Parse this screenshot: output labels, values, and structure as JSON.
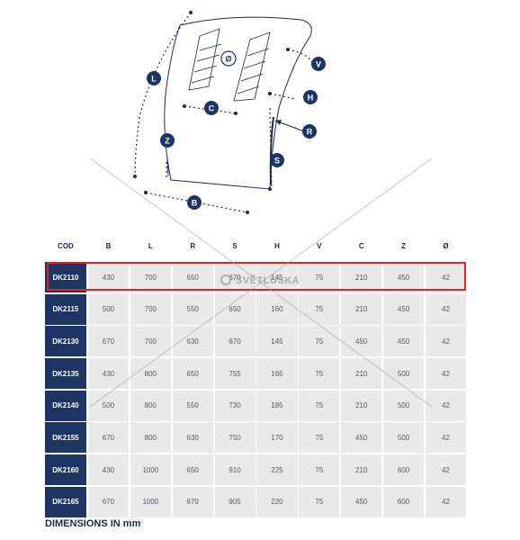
{
  "drawing_labels": {
    "l": "L",
    "o": "Ø",
    "v": "V",
    "c": "C",
    "h": "H",
    "r": "R",
    "z": "Z",
    "s": "S",
    "b": "B"
  },
  "table": {
    "headers": [
      "COD",
      "B",
      "L",
      "R",
      "S",
      "H",
      "V",
      "C",
      "Z",
      "Ø"
    ],
    "rows": [
      {
        "code": "DK2110",
        "values": [
          "430",
          "700",
          "650",
          "670",
          "145",
          "75",
          "210",
          "450",
          "42"
        ]
      },
      {
        "code": "DK2115",
        "values": [
          "500",
          "700",
          "550",
          "650",
          "160",
          "75",
          "210",
          "450",
          "42"
        ]
      },
      {
        "code": "DK2130",
        "values": [
          "670",
          "700",
          "630",
          "670",
          "145",
          "75",
          "450",
          "450",
          "42"
        ]
      },
      {
        "code": "DK2135",
        "values": [
          "430",
          "800",
          "650",
          "755",
          "165",
          "75",
          "210",
          "500",
          "42"
        ]
      },
      {
        "code": "DK2140",
        "values": [
          "500",
          "800",
          "550",
          "730",
          "185",
          "75",
          "210",
          "500",
          "42"
        ]
      },
      {
        "code": "DK2155",
        "values": [
          "670",
          "800",
          "630",
          "750",
          "170",
          "75",
          "450",
          "500",
          "42"
        ]
      },
      {
        "code": "DK2160",
        "values": [
          "430",
          "1000",
          "650",
          "910",
          "225",
          "75",
          "210",
          "600",
          "42"
        ]
      },
      {
        "code": "DK2165",
        "values": [
          "670",
          "1000",
          "670",
          "905",
          "220",
          "75",
          "450",
          "600",
          "42"
        ]
      }
    ],
    "highlighted_row": 0
  },
  "watermark": "SVĚTLUŠKA",
  "caption": "DIMENSIONS IN mm",
  "colors": {
    "navy": "#1e3462",
    "cell_bg": "#e9e9e9",
    "highlight": "#d9232d"
  }
}
